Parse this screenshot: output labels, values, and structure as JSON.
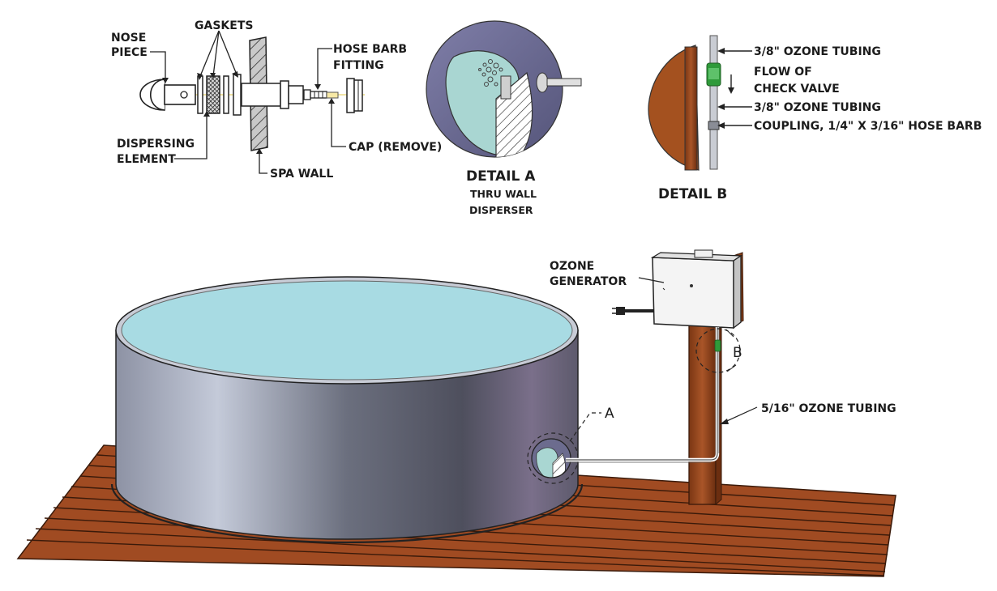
{
  "labels": {
    "nose_piece_1": "NOSE",
    "nose_piece_2": "PIECE",
    "gaskets": "GASKETS",
    "hose_barb_1": "HOSE BARB",
    "hose_barb_2": "FITTING",
    "dispersing_1": "DISPERSING",
    "dispersing_2": "ELEMENT",
    "cap": "CAP (REMOVE)",
    "spa_wall": "SPA WALL",
    "detail_a_title": "DETAIL A",
    "detail_a_sub1": "THRU WALL",
    "detail_a_sub2": "DISPERSER",
    "tubing_top": "3/8\" OZONE TUBING",
    "flow_1": "FLOW OF",
    "flow_2": "CHECK VALVE",
    "tubing_mid": "3/8\" OZONE TUBING",
    "coupling": "COUPLING, 1/4\" X 3/16\" HOSE BARB",
    "detail_b_title": "DETAIL B",
    "ozone_gen_1": "OZONE",
    "ozone_gen_2": "GENERATOR",
    "tubing_main": "5/16\" OZONE TUBING",
    "callout_a": "A",
    "callout_b": "B"
  },
  "colors": {
    "water": "#a8dbe3",
    "tub_wall": "#7a7f8f",
    "deck": "#a04b22",
    "post": "#9b4a1e",
    "generator": "#f2f2f2",
    "check_valve": "#2f9a3a"
  }
}
